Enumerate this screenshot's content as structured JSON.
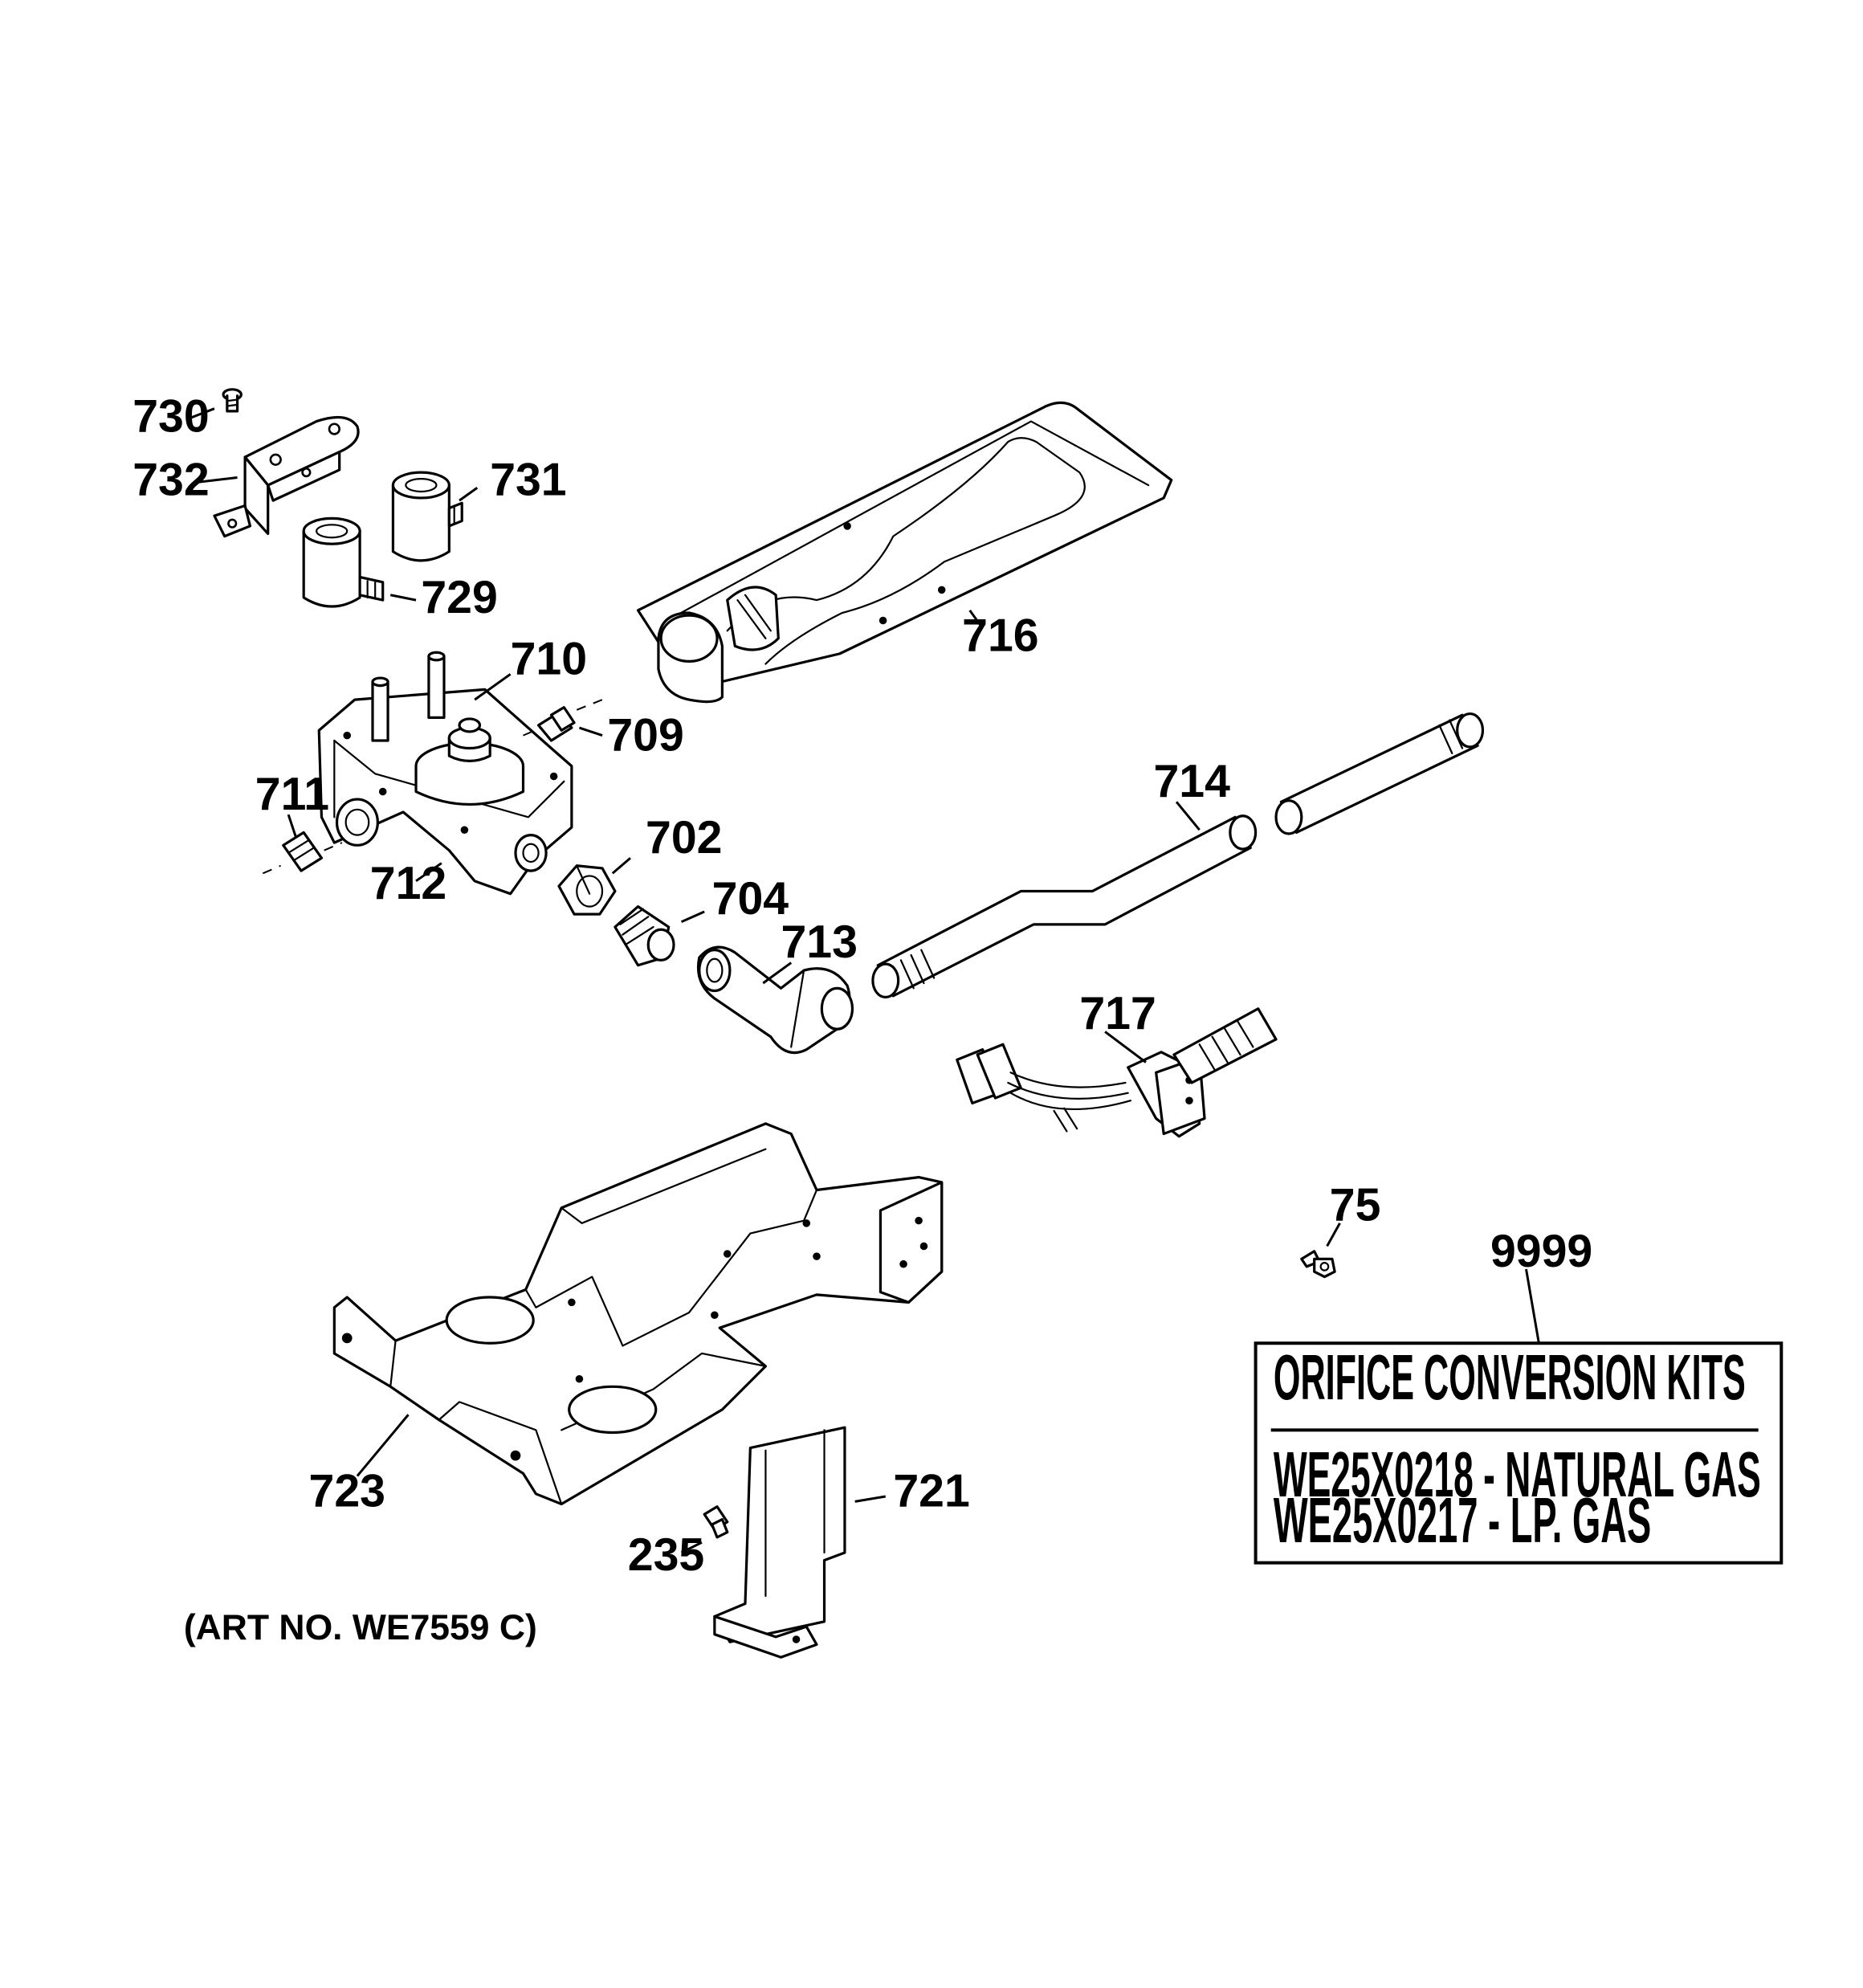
{
  "parts": [
    {
      "id": "730",
      "label": "730"
    },
    {
      "id": "732",
      "label": "732"
    },
    {
      "id": "731",
      "label": "731"
    },
    {
      "id": "729",
      "label": "729"
    },
    {
      "id": "716",
      "label": "716"
    },
    {
      "id": "710",
      "label": "710"
    },
    {
      "id": "709",
      "label": "709"
    },
    {
      "id": "711",
      "label": "711"
    },
    {
      "id": "712",
      "label": "712"
    },
    {
      "id": "702",
      "label": "702"
    },
    {
      "id": "704",
      "label": "704"
    },
    {
      "id": "713",
      "label": "713"
    },
    {
      "id": "714",
      "label": "714"
    },
    {
      "id": "717",
      "label": "717"
    },
    {
      "id": "75",
      "label": "75"
    },
    {
      "id": "9999",
      "label": "9999"
    },
    {
      "id": "723",
      "label": "723"
    },
    {
      "id": "721",
      "label": "721"
    },
    {
      "id": "235",
      "label": "235"
    }
  ],
  "art_number": "(ART NO. WE7559 C)",
  "kit_box": {
    "title": "ORIFICE CONVERSION KITS",
    "lines": [
      "WE25X0218 - NATURAL GAS",
      "WE25X0217 - LP. GAS"
    ]
  }
}
